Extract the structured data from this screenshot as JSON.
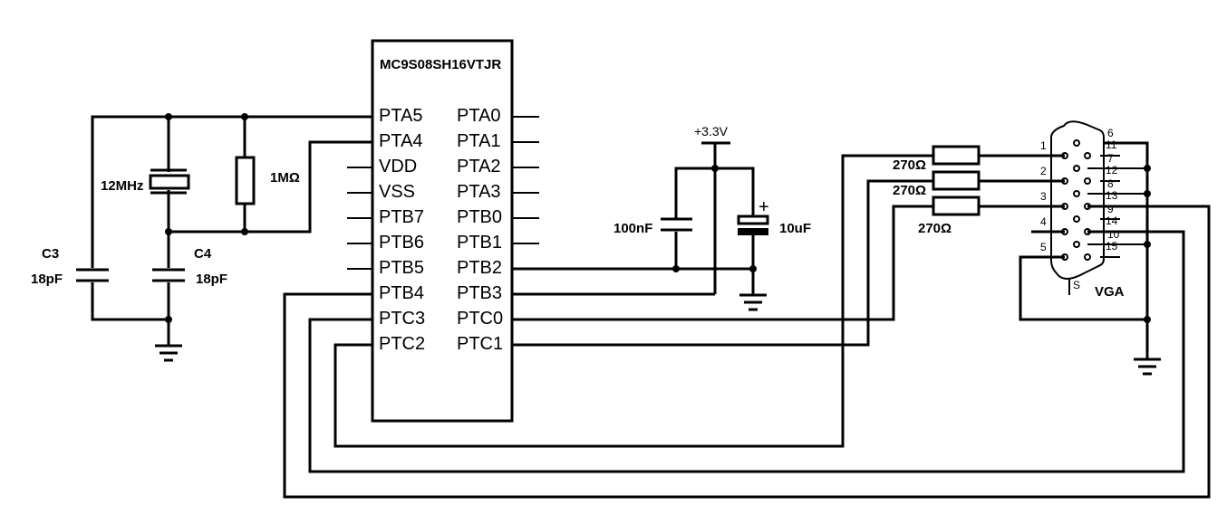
{
  "mcu": {
    "part_number": "MC9S08SH16VTJR",
    "left_pins": [
      "PTA5",
      "PTA4",
      "VDD",
      "VSS",
      "PTB7",
      "PTB6",
      "PTB5",
      "PTB4",
      "PTC3",
      "PTC2"
    ],
    "right_pins": [
      "PTA0",
      "PTA1",
      "PTA2",
      "PTA3",
      "PTB0",
      "PTB1",
      "PTB2",
      "PTB3",
      "PTC0",
      "PTC1"
    ]
  },
  "components": {
    "crystal": "12MHz",
    "resistor_feedback": "1MΩ",
    "c3_name": "C3",
    "c3_value": "18pF",
    "c4_name": "C4",
    "c4_value": "18pF",
    "supply": "+3.3V",
    "cap_100n": "100nF",
    "cap_10u": "10uF",
    "cap_10u_polarity": "+",
    "r_vga": [
      "270Ω",
      "270Ω",
      "270Ω"
    ]
  },
  "vga": {
    "label": "VGA",
    "shield_label": "S",
    "pins_left": [
      "1",
      "2",
      "3",
      "4",
      "5"
    ],
    "pins_right": [
      "6",
      "11",
      "7",
      "12",
      "8",
      "13",
      "9",
      "14",
      "10",
      "15"
    ]
  }
}
